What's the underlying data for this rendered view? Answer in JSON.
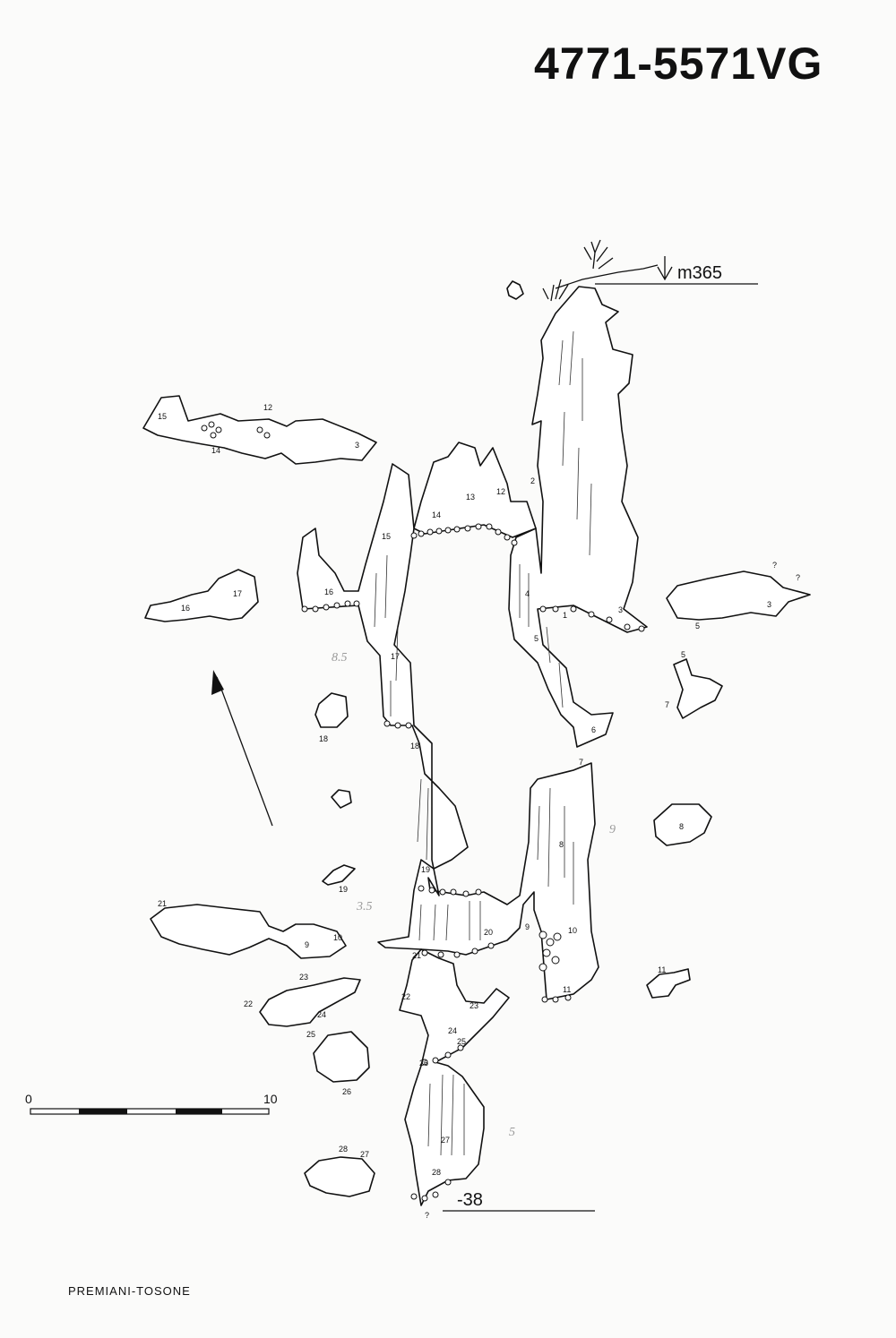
{
  "header": {
    "cave_id": "4771-5571VG"
  },
  "survey": {
    "entrance_elevation": "m365",
    "depth_label": "-38",
    "scale": {
      "start": "0",
      "end": "10"
    }
  },
  "credits": {
    "authors": "PREMIANI-TOSONE"
  },
  "section_labels": {
    "s1": "1",
    "s2": "2",
    "s3": "3",
    "s4": "4",
    "s5": "5",
    "s6": "6",
    "s7": "7",
    "s8": "8",
    "s9": "9",
    "s10": "10",
    "s11": "11",
    "s12": "12",
    "s13": "13",
    "s14": "14",
    "s15": "15",
    "s16": "16",
    "s17": "17",
    "s18": "18",
    "s19": "19",
    "s20": "20",
    "s21": "21",
    "s22": "22",
    "s23": "23",
    "s24": "24",
    "s25": "25",
    "s26": "26",
    "s27": "27",
    "s28": "28",
    "q": "?"
  },
  "pencil_notes": {
    "n1": "8.5",
    "n2": "9",
    "n3": "3.5",
    "n4": "5"
  },
  "colors": {
    "ink": "#111111",
    "paper": "#fbfbfa",
    "pencil": "#9a9a9a"
  }
}
